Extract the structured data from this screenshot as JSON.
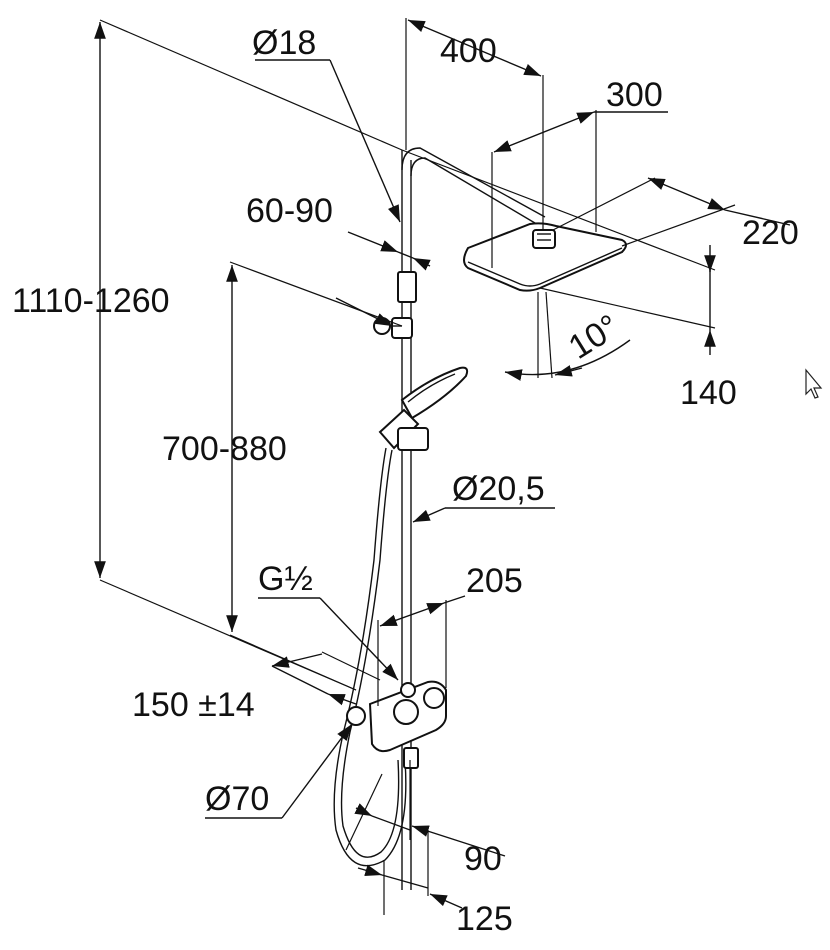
{
  "drawing": {
    "dimensions": {
      "overall_height": "1110-1260",
      "bar_diameter": "Ø18",
      "arm_length": "400",
      "head_width": "300",
      "head_depth": "220",
      "head_thickness": "140",
      "tilt_angle": "10°",
      "holder_range": "60-90",
      "adjust_height": "700-880",
      "rail_diameter": "Ø20,5",
      "connection_thread": "G½",
      "mixer_width": "205",
      "wall_offset": "150 ±14",
      "rosette_diameter": "Ø70",
      "spout_depth": "90",
      "mixer_depth": "125"
    }
  }
}
